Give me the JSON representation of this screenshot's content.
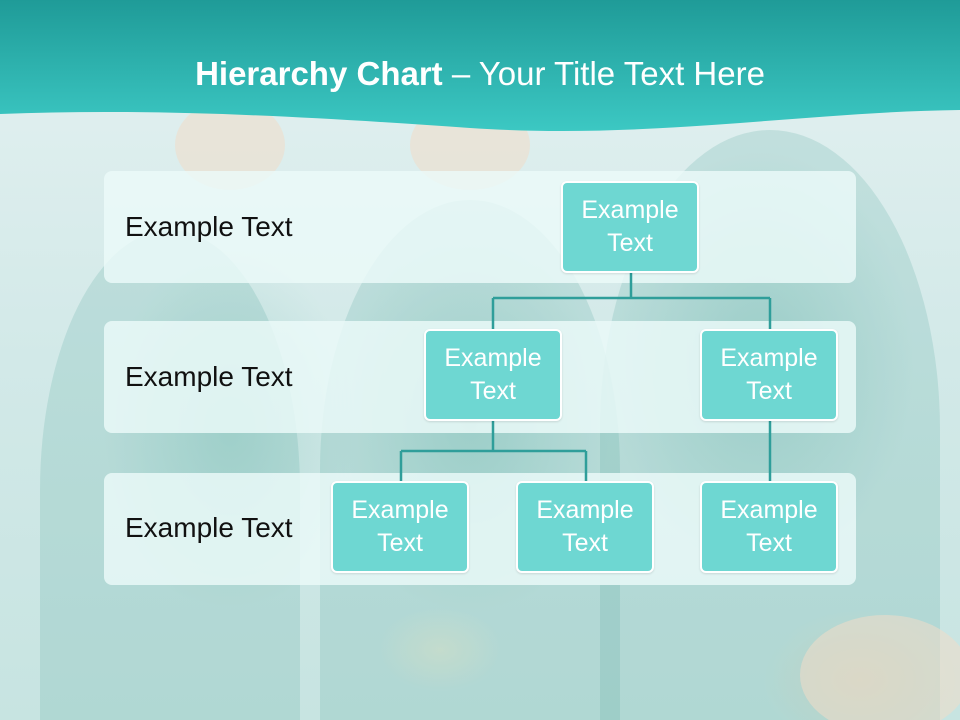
{
  "title": {
    "bold": "Hierarchy Chart",
    "separator": "–",
    "rest": "Your Title Text Here"
  },
  "rows": [
    {
      "label": "Example Text"
    },
    {
      "label": "Example Text"
    },
    {
      "label": "Example Text"
    }
  ],
  "nodes": {
    "top": "Example Text",
    "mid_left": "Example Text",
    "mid_right": "Example Text",
    "bottom_left": "Example Text",
    "bottom_center": "Example Text",
    "bottom_right": "Example Text"
  },
  "colors": {
    "header_teal": "#2fb8b4",
    "node_fill": "#6ed7d2",
    "connector": "#2f9e9a",
    "row_band": "#ebfaf9"
  }
}
